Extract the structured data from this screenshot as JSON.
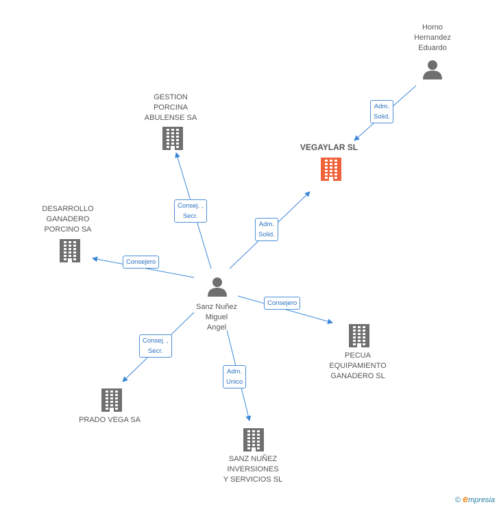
{
  "nodes": {
    "horno": {
      "label": "Horno\nHernandez\nEduardo"
    },
    "vegaylar": {
      "label": "VEGAYLAR SL"
    },
    "gestion": {
      "label": "GESTION\nPORCINA\nABULENSE SA"
    },
    "desarrollo": {
      "label": "DESARROLLO\nGANADERO\nPORCINO SA"
    },
    "sanz": {
      "label": "Sanz Nuñez\nMiguel\nAngel"
    },
    "pecua": {
      "label": "PECUA\nEQUIPAMIENTO\nGANADERO SL"
    },
    "prado": {
      "label": "PRADO VEGA SA"
    },
    "sanzinv": {
      "label": "SANZ NUÑEZ\nINVERSIONES\nY SERVICIOS SL"
    }
  },
  "edges": {
    "horno_vegaylar": {
      "label": "Adm.\nSolid."
    },
    "sanz_vegaylar": {
      "label": "Adm.\nSolid."
    },
    "sanz_gestion": {
      "label": "Consej. ,\nSecr."
    },
    "sanz_desarrollo": {
      "label": "Consejero"
    },
    "sanz_pecua": {
      "label": "Consejero"
    },
    "sanz_prado": {
      "label": "Consej. ,\nSecr."
    },
    "sanz_sanzinv": {
      "label": "Adm.\nUnico"
    }
  },
  "colors": {
    "edge": "#3a87d8",
    "building": "#6f6f6f",
    "building_main": "#f0623a",
    "person": "#6f6f6f"
  },
  "footer": {
    "copyright": "©",
    "brand_initial": "e",
    "brand_rest": "mpresia"
  }
}
